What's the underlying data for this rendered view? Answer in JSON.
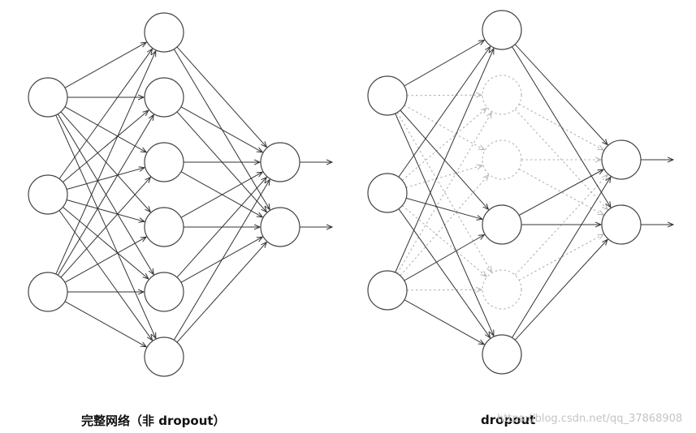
{
  "captions": {
    "full_network": "完整网络（非 dropout）",
    "dropout_network": "dropout"
  },
  "watermark": "https://blog.csdn.net/qq_37868908",
  "colors": {
    "node_stroke": "#444444",
    "edge": "#333333",
    "dropped": "#b3b3b3"
  },
  "networks": [
    {
      "id": "full",
      "layers": {
        "input": 3,
        "hidden": 6,
        "output": 2
      },
      "dropped_hidden": []
    },
    {
      "id": "dropout",
      "layers": {
        "input": 3,
        "hidden": 6,
        "output": 2
      },
      "dropped_hidden": [
        1,
        2,
        4
      ]
    }
  ]
}
